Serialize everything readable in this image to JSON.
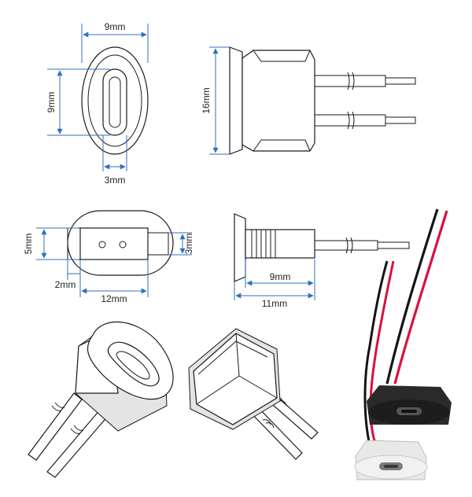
{
  "labels": {
    "front_width": "9mm",
    "front_height": "9mm",
    "front_port": "3mm",
    "side_height": "16mm",
    "top_body": "5mm",
    "top_offset": "2mm",
    "top_length": "12mm",
    "top_port": "3mm",
    "bottom_body": "9mm",
    "bottom_total": "11mm"
  },
  "colors": {
    "dimension_line": "#2f6fc0",
    "outline": "#1a1a1a",
    "wire_red": "#d8123c",
    "wire_black": "#141414",
    "housing_black": "#1d1d1d",
    "housing_white": "#f1f1f1"
  }
}
